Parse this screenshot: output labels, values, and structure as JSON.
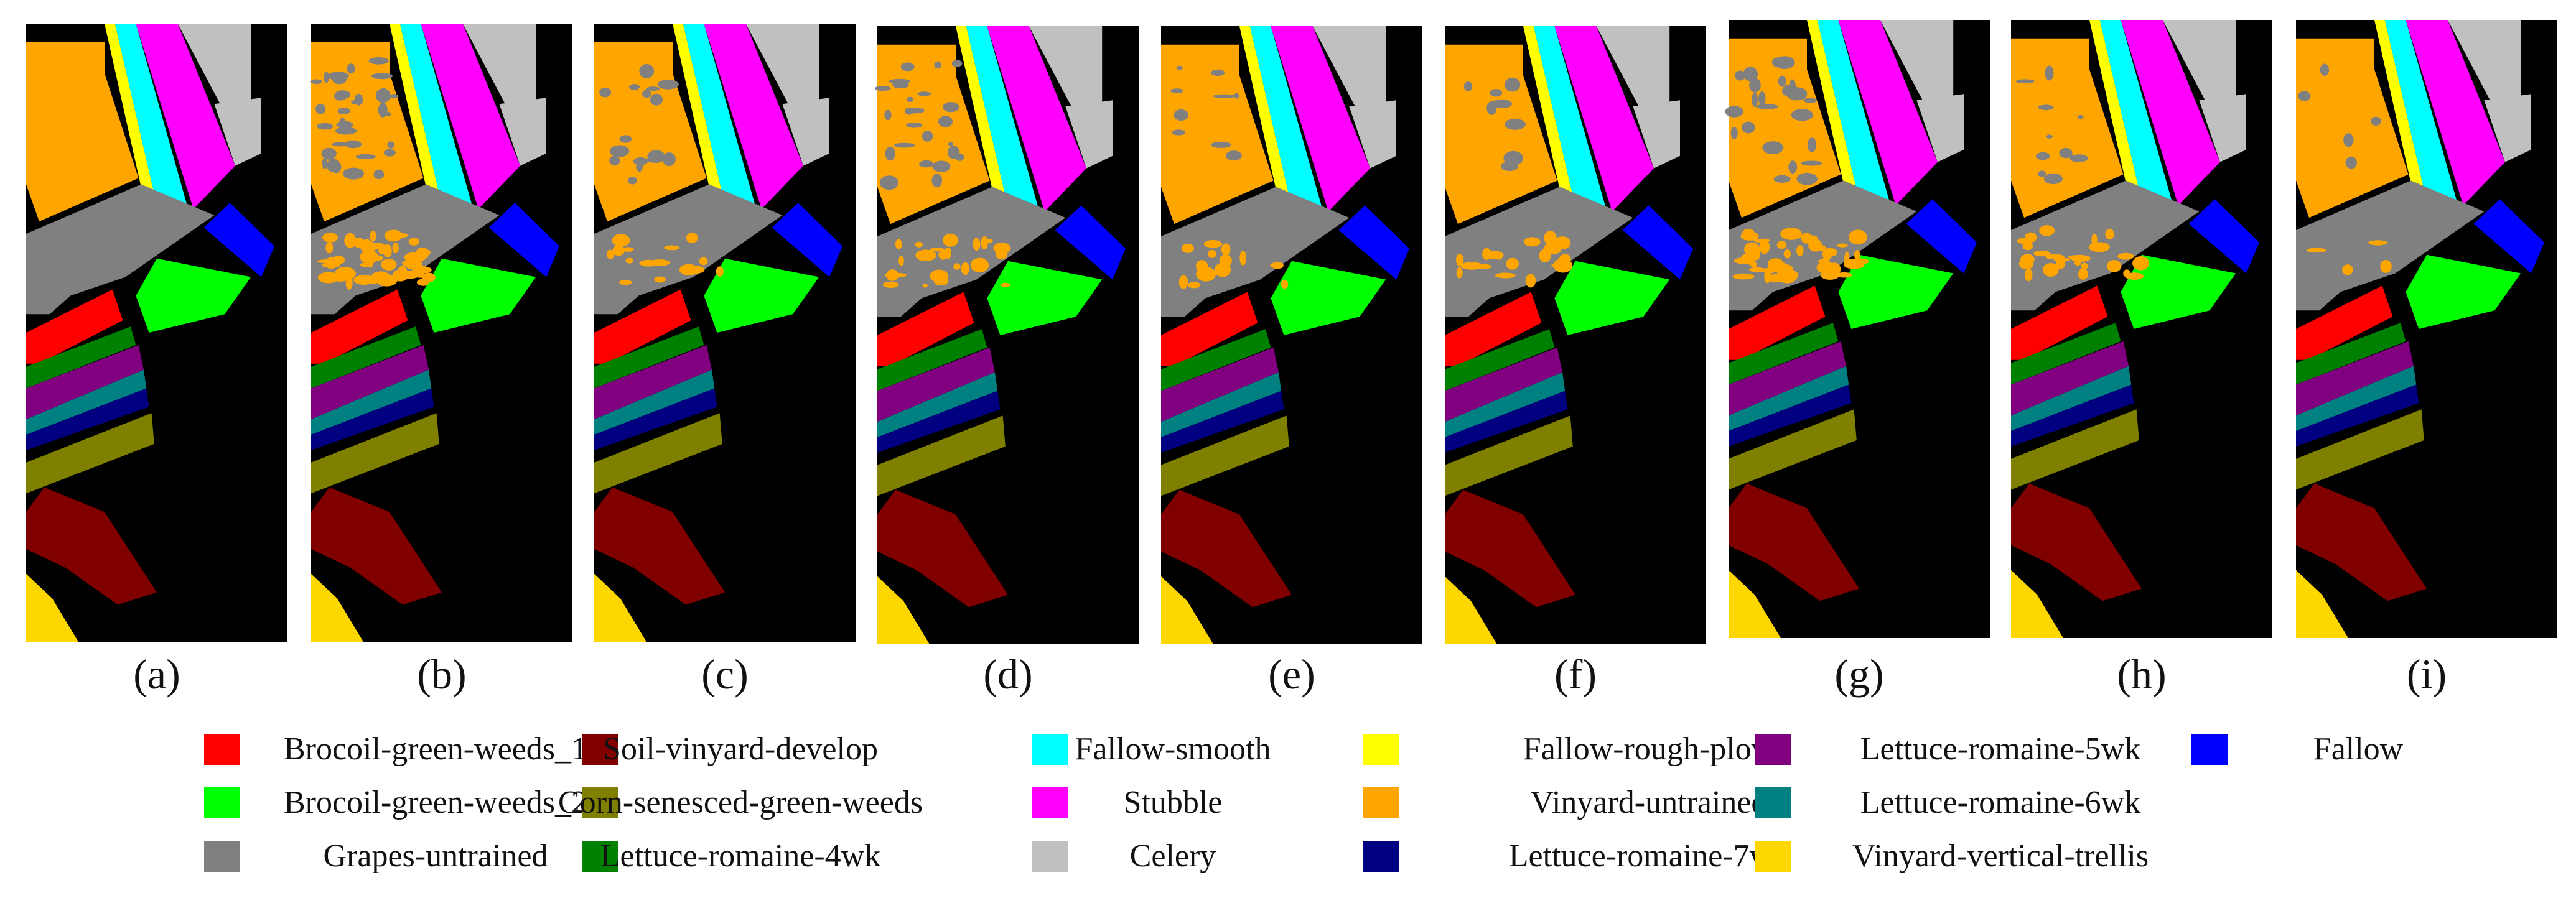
{
  "classes": [
    {
      "id": "brocoil1",
      "label": "Brocoil-green-weeds_1",
      "color": "#ff0000"
    },
    {
      "id": "brocoil2",
      "label": "Brocoil-green-weeds_2",
      "color": "#00ff00"
    },
    {
      "id": "grapes",
      "label": "Grapes-untrained",
      "color": "#808080"
    },
    {
      "id": "soil",
      "label": "Soil-vinyard-develop",
      "color": "#800000"
    },
    {
      "id": "corn",
      "label": "Corn-senesced-green-weeds",
      "color": "#808000"
    },
    {
      "id": "lr4",
      "label": "Lettuce-romaine-4wk",
      "color": "#008000"
    },
    {
      "id": "fsmooth",
      "label": "Fallow-smooth",
      "color": "#00ffff"
    },
    {
      "id": "stubble",
      "label": "Stubble",
      "color": "#ff00ff"
    },
    {
      "id": "celery",
      "label": "Celery",
      "color": "#c0c0c0"
    },
    {
      "id": "frough",
      "label": "Fallow-rough-plow",
      "color": "#ffff00"
    },
    {
      "id": "vuntrained",
      "label": "Vinyard-untrained",
      "color": "#ffa500"
    },
    {
      "id": "lr7",
      "label": "Lettuce-romaine-7wk",
      "color": "#000080"
    },
    {
      "id": "lr5",
      "label": "Lettuce-romaine-5wk",
      "color": "#800080"
    },
    {
      "id": "lr6",
      "label": "Lettuce-romaine-6wk",
      "color": "#008080"
    },
    {
      "id": "vtrellis",
      "label": "Vinyard-vertical-trellis",
      "color": "#ffd700"
    },
    {
      "id": "fallow",
      "label": "Fallow",
      "color": "#0000ff"
    }
  ],
  "background_color": "#000000",
  "panels": [
    {
      "label": "(a)",
      "noise": 0
    },
    {
      "label": "(b)",
      "noise": 0.9
    },
    {
      "label": "(c)",
      "noise": 0.35
    },
    {
      "label": "(d)",
      "noise": 0.55
    },
    {
      "label": "(e)",
      "noise": 0.25
    },
    {
      "label": "(f)",
      "noise": 0.3
    },
    {
      "label": "(g)",
      "noise": 0.8
    },
    {
      "label": "(h)",
      "noise": 0.4
    },
    {
      "label": "(i)",
      "noise": 0.1
    }
  ]
}
